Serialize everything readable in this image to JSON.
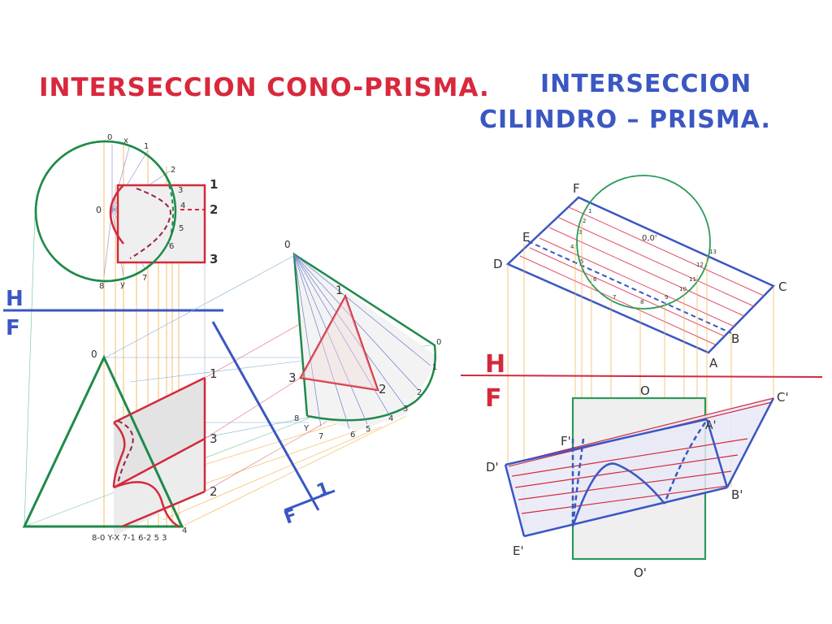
{
  "titles": {
    "left": "INTERSECCION CONO-PRISMA.",
    "right_line1": "INTERSECCION",
    "right_line2": "CILINDRO – PRISMA."
  },
  "colors": {
    "left_title": "#d8283c",
    "right_title": "#3a57c2",
    "cone_outline": "#1f8a4a",
    "prism_red": "#d22a3c",
    "projection_blue": "#3a57c2",
    "cylinder_green": "#2a9a5a",
    "guide_orange": "#f3b04a"
  },
  "left": {
    "plan_labels": {
      "p0_top": "0",
      "px_top": "x",
      "p1": "1",
      "p2": "2",
      "p3": "3",
      "p4": "4",
      "p5": "5",
      "p6": "6",
      "p7": "7",
      "py": "y",
      "p8": "8",
      "center0": "0",
      "sq1": "1",
      "sq2": "2",
      "sq3": "3"
    },
    "hf": {
      "h": "H",
      "f": "F"
    },
    "elev_labels": {
      "apex": "0",
      "e1": "1",
      "e3": "3",
      "e2": "2",
      "base_row": "8-0  Y-X  7-1  6-2 5 3",
      "base_4": "4"
    },
    "aux_labels": {
      "apex": "0",
      "v1": "1",
      "v2": "2",
      "v3": "3",
      "arc0": "0",
      "arc1": "1",
      "arc2": "2",
      "arc3": "3",
      "arc4": "4",
      "arc5": "5",
      "arc6": "6",
      "arc7": "7",
      "arc8": "8",
      "arcY": "Y"
    },
    "aux_axis": {
      "top": "1",
      "bottom": "F"
    }
  },
  "right": {
    "plan_labels": {
      "F": "F",
      "E": "E",
      "D": "D",
      "C": "C",
      "B": "B",
      "A": "A",
      "center": "0,0'",
      "n1": "1",
      "n2": "2",
      "n3": "3",
      "n4": "4",
      "n5": "5",
      "n6": "6",
      "n7": "7",
      "n8": "8",
      "n9": "9",
      "n10": "10",
      "n11": "11",
      "n12": "12",
      "n13": "13"
    },
    "hf": {
      "h": "H",
      "f": "F"
    },
    "elev_labels": {
      "O": "O",
      "O_prime": "O'",
      "C_prime": "C'",
      "A_prime": "A'",
      "F_prime": "F'",
      "D_prime": "D'",
      "B_prime": "B'",
      "E_prime": "E'"
    }
  }
}
